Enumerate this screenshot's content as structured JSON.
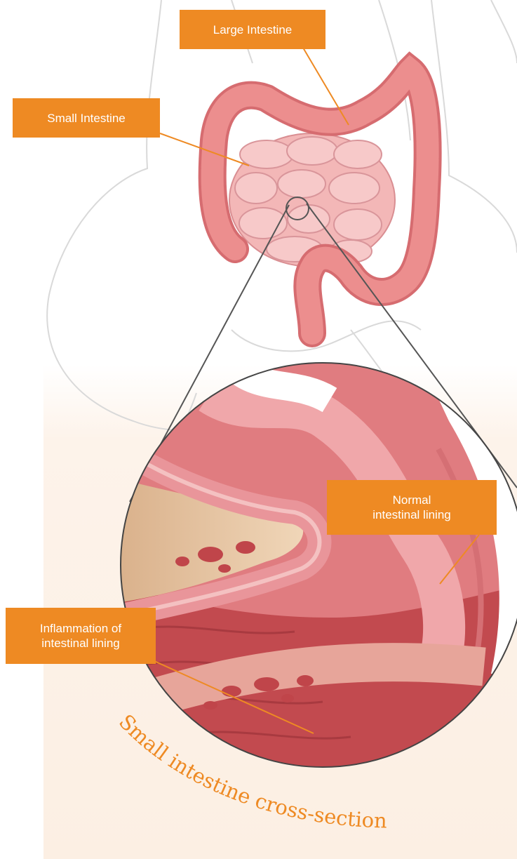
{
  "labels": {
    "large_intestine": "Large Intestine",
    "small_intestine": "Small Intestine",
    "normal_lining": "Normal\nintestinal lining",
    "inflammation": "Inflammation of\nintestinal lining"
  },
  "caption": "Small intestine cross-section",
  "colors": {
    "label_bg": "#ee8a23",
    "label_text": "#ffffff",
    "caption": "#ee8a23",
    "colon": "#e8807d",
    "small_intestine": "#f2b3b3",
    "tissue_dark": "#c0454a",
    "background_tint": "#fdf2e8"
  }
}
